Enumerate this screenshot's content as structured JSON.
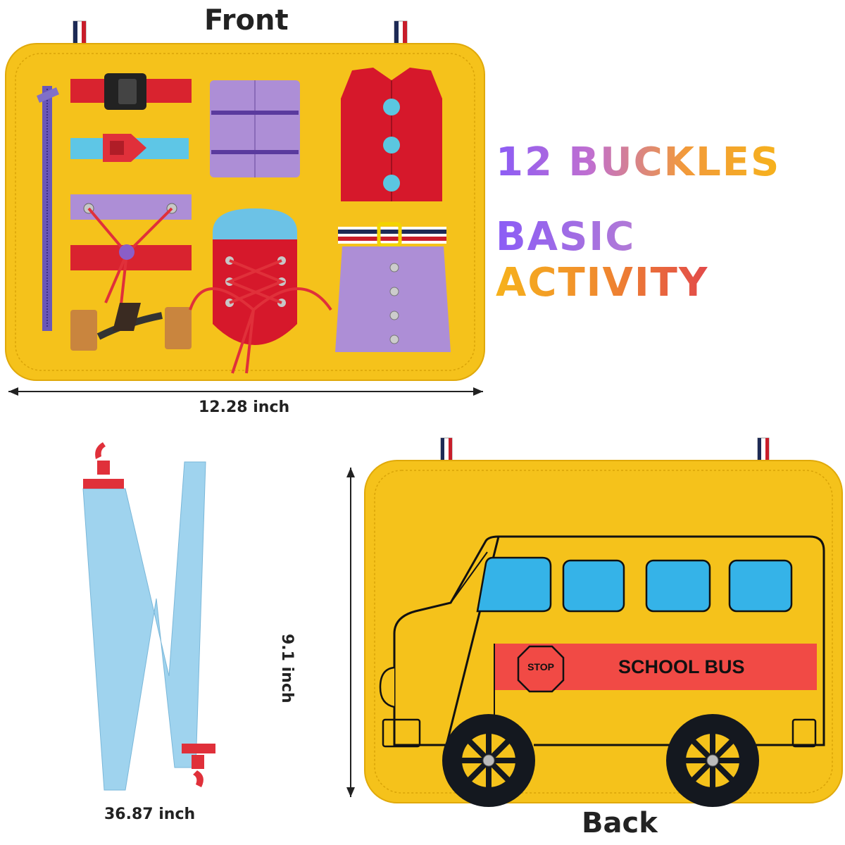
{
  "labels": {
    "front": "Front",
    "back": "Back",
    "width_dimension": "12.28 inch",
    "height_dimension": "9.1 inch",
    "strap_length": "36.87 inch"
  },
  "slogan": {
    "line1": "12 BUCKLES",
    "line2_word1": "BASIC",
    "line2_word2": "ACTIVITY"
  },
  "bus": {
    "stop_sign": "STOP",
    "banner": "SCHOOL BUS"
  },
  "colors": {
    "felt_yellow": "#f5c21b",
    "bus_window_blue": "#35b3e8",
    "banner_red": "#f14a45",
    "strap_blue": "#9fd3ee",
    "hook_red": "#e0303a",
    "vest_red": "#d6182b",
    "purple_felt": "#ad8ed6"
  }
}
